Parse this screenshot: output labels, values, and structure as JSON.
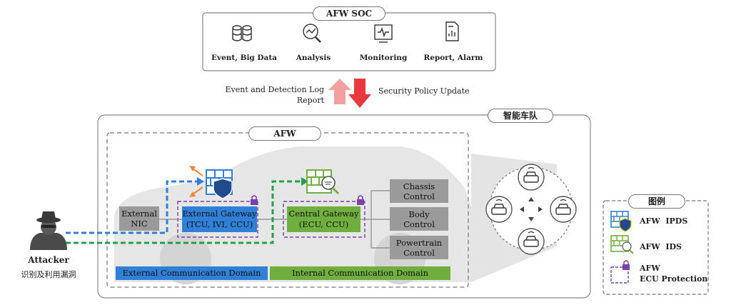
{
  "soc": {
    "title": "AFW SOC",
    "items": [
      {
        "label": "Event, Big Data",
        "icon": "database-icon"
      },
      {
        "label": "Analysis",
        "icon": "magnifier-chart-icon"
      },
      {
        "label": "Monitoring",
        "icon": "monitor-pulse-icon"
      },
      {
        "label": "Report, Alarm",
        "icon": "report-document-icon"
      }
    ]
  },
  "flows": {
    "up_label": "Event and Detection Log",
    "up_label2": "Report",
    "down_label": "Security Policy Update"
  },
  "fleet": {
    "title": "智能车队"
  },
  "afw": {
    "title": "AFW",
    "external_nic": "External NIC",
    "external_gateway": "External Gateway",
    "external_gateway_sub": "(TCU, IVI, CCU)",
    "central_gateway": "Central Gateway",
    "central_gateway_sub": "(ECU, CCU)",
    "controls": [
      "Chassis Control",
      "Body Control",
      "Powertrain Control"
    ],
    "external_domain": "External Communication Domain",
    "internal_domain": "Internal Communication Domain"
  },
  "attacker": {
    "title": "Attacker",
    "subtitle": "识别及利用漏洞"
  },
  "legend": {
    "title": "图例",
    "items": [
      "AFW  IPDS",
      "AFW  IDS",
      "AFW",
      "ECU Protection"
    ]
  },
  "colors": {
    "blue": "#2f80d6",
    "green": "#6fae3f",
    "purple": "#7a3fb0",
    "arrow_up": "#f4a0a0",
    "arrow_down": "#e8383d",
    "orange": "#f08a3c"
  }
}
